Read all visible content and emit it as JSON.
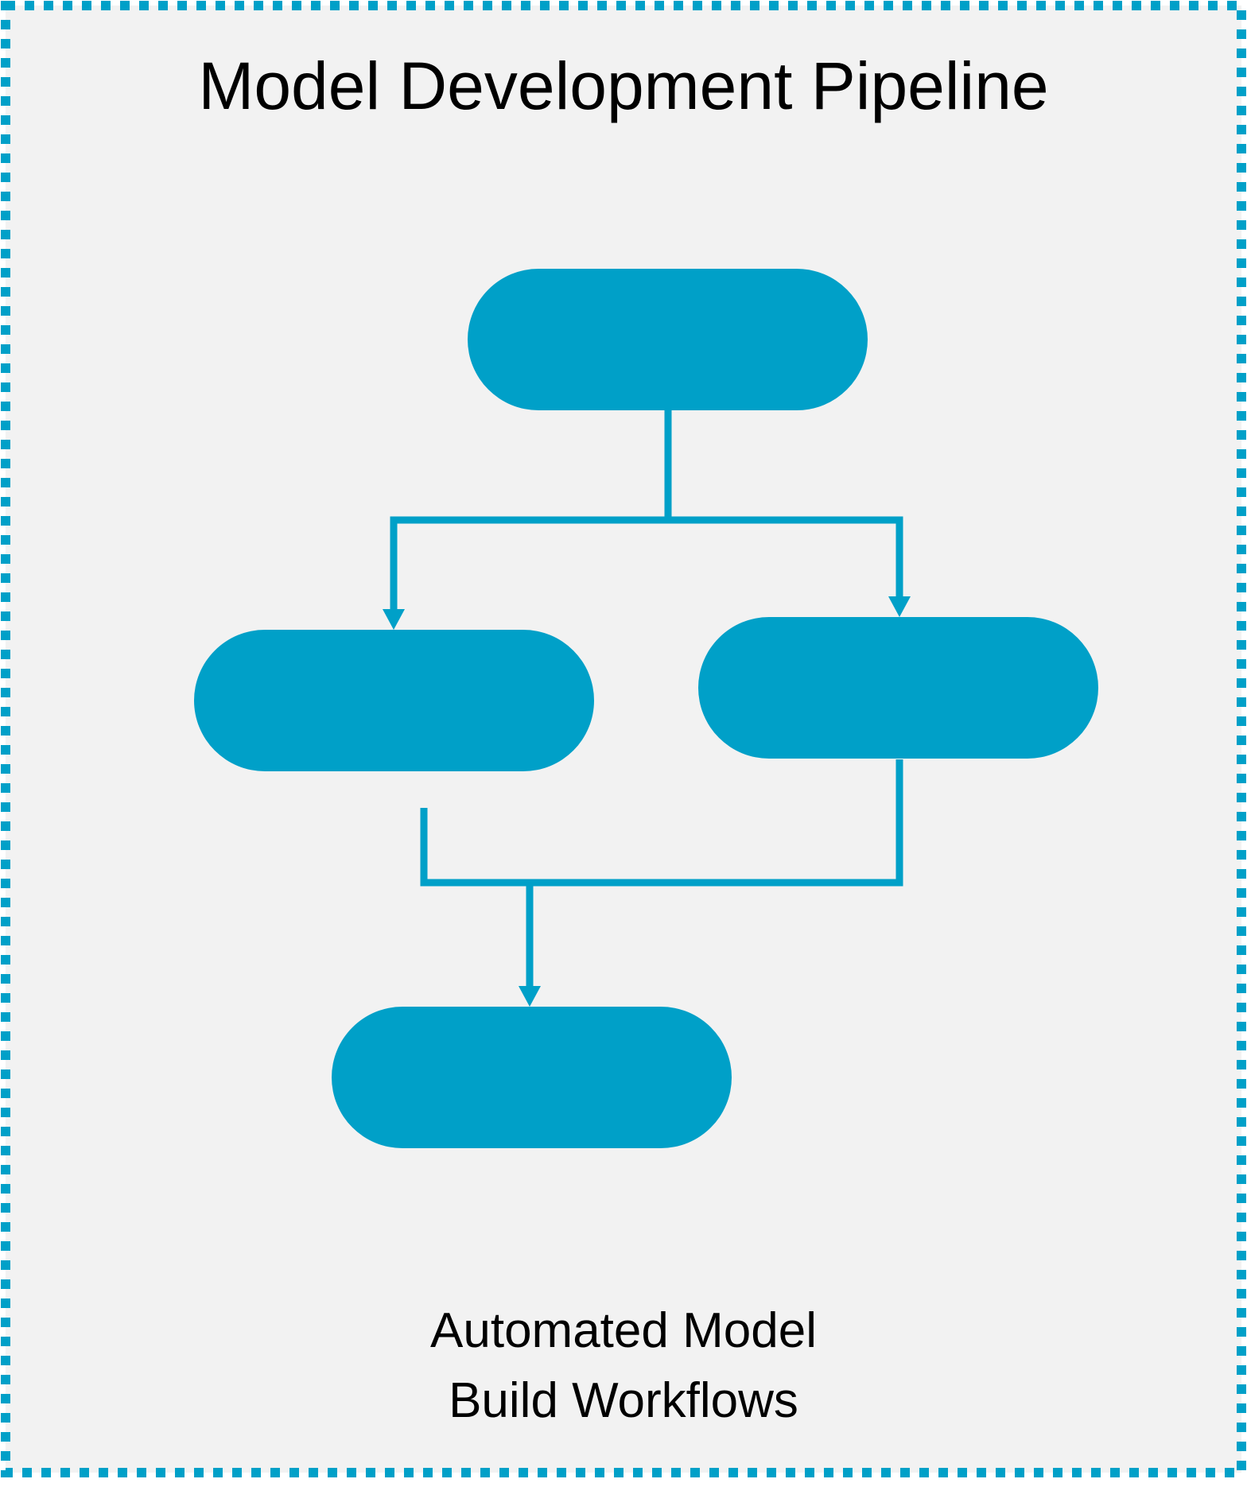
{
  "diagram": {
    "title": "Model Development Pipeline",
    "caption_lines": [
      "Automated Model",
      "Build Workflows"
    ],
    "nodes": [
      {
        "id": "top",
        "label": ""
      },
      {
        "id": "middle-left",
        "label": ""
      },
      {
        "id": "middle-right",
        "label": ""
      },
      {
        "id": "bottom",
        "label": ""
      }
    ],
    "edges": [
      {
        "from": "top",
        "to": "middle-left"
      },
      {
        "from": "top",
        "to": "middle-right"
      },
      {
        "from": "middle-left",
        "to": "bottom"
      },
      {
        "from": "middle-right",
        "to": "bottom"
      }
    ]
  },
  "colors": {
    "accent": "#00A0C8",
    "background": "#F2F2F2",
    "text": "#000000"
  }
}
